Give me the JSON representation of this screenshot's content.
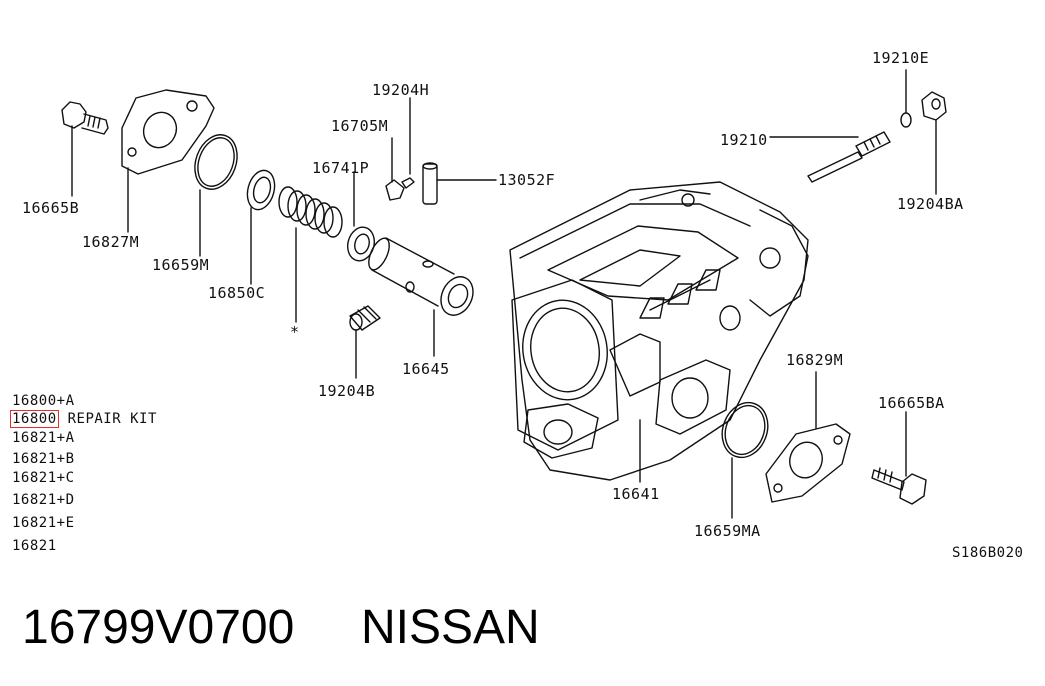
{
  "callouts": {
    "c16665B": "16665B",
    "c16827M": "16827M",
    "c16659M": "16659M",
    "c16850C": "16850C",
    "c16741P": "16741P",
    "c16705M": "16705M",
    "c19204H": "19204H",
    "c13052F": "13052F",
    "c19210E": "19210E",
    "c19210": "19210",
    "c19204BA": "19204BA",
    "c16645": "16645",
    "c19204B": "19204B",
    "c16641": "16641",
    "c16829M": "16829M",
    "c16665BA": "16665BA",
    "c16659MA": "16659MA",
    "star": "*"
  },
  "parts_list": {
    "items": [
      "16800+A",
      "16800",
      "REPAIR KIT",
      "16821+A",
      "16821+B",
      "16821+C",
      "16821+D",
      "16821+E",
      "16821"
    ]
  },
  "diagram_ref": "S186B020",
  "footer": {
    "part_number": "16799V0700",
    "brand": "NISSAN"
  },
  "colors": {
    "line": "#111111",
    "highlight": "#e0302a"
  }
}
